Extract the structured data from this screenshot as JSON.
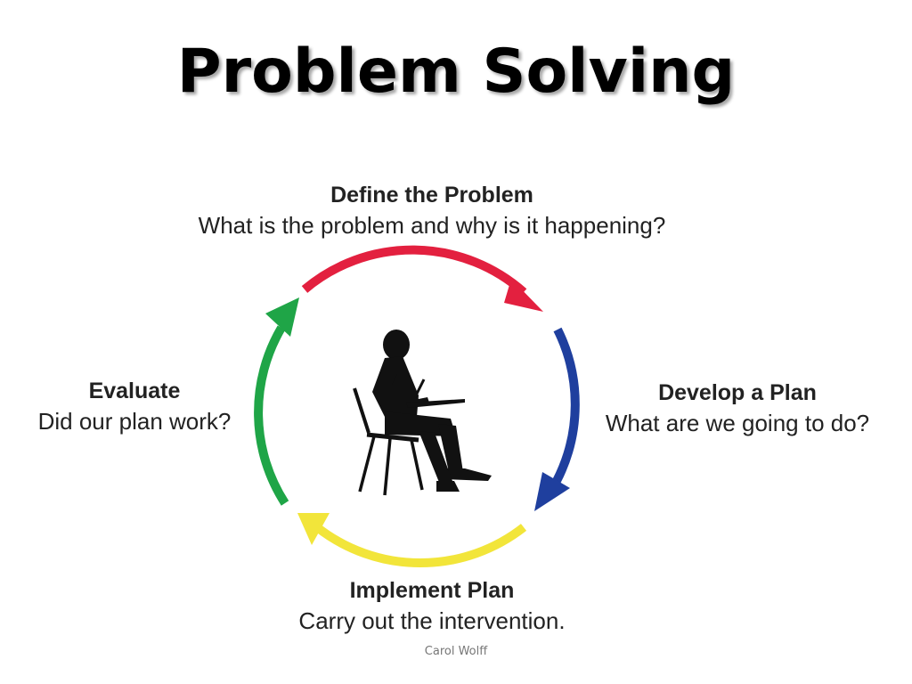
{
  "slide": {
    "title": "Problem Solving",
    "credit": "Carol Wolff"
  },
  "cycle": {
    "steps": [
      {
        "heading": "Define the Problem",
        "description": "What is the problem and why is it happening?",
        "arrow_color": "#e3203f"
      },
      {
        "heading": "Develop a Plan",
        "description": "What are we going to do?",
        "arrow_color": "#1f3f9e"
      },
      {
        "heading": "Implement Plan",
        "description": "Carry out the intervention.",
        "arrow_color": "#f2e53a"
      },
      {
        "heading": "Evaluate",
        "description": "Did our plan work?",
        "arrow_color": "#1fa547"
      }
    ],
    "center_icon": "person-writing-icon"
  }
}
